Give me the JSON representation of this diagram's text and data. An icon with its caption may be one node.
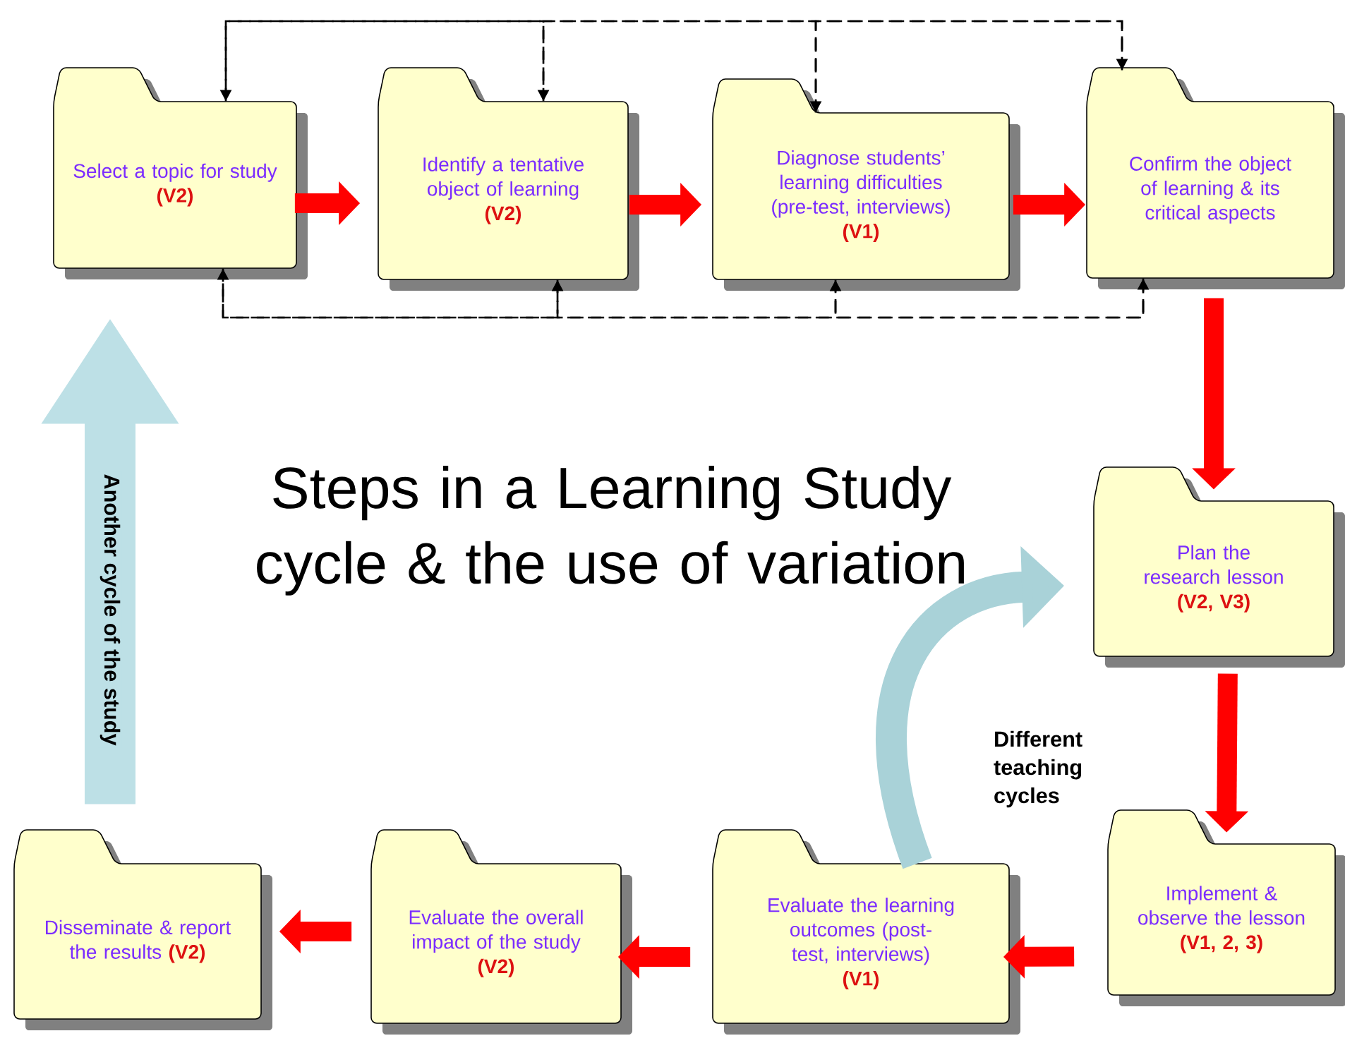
{
  "diagram": {
    "title": "Steps in a Learning Study cycle & the use of variation",
    "nodes": [
      {
        "text": [
          "Select a topic for study",
          "(V2)"
        ]
      },
      {
        "text": [
          "Identify a tentative object of learning",
          "(V2)"
        ]
      },
      {
        "text": [
          "Diagnose students’ learning difficulties (pre-test, interviews)",
          "(V1)"
        ]
      },
      {
        "text": [
          "Confirm the object of learning & its critical aspects"
        ]
      },
      {
        "text": [
          "Plan the research lesson",
          "(V2, V3)"
        ]
      },
      {
        "text": [
          "Implement & observe the lesson",
          "(V1, 2, 3)"
        ]
      },
      {
        "text": [
          "Evaluate the learning outcomes (post-test, interviews)",
          "(V1)"
        ]
      },
      {
        "text": [
          "Evaluate the overall impact of the study",
          "(V2)"
        ]
      },
      {
        "text": [
          "Disseminate & report the results",
          "(V2)"
        ]
      }
    ],
    "edges": [
      {
        "from": 0,
        "to": 1,
        "arrow": "to"
      },
      {
        "from": 1,
        "to": 2,
        "arrow": "to"
      },
      {
        "from": 2,
        "to": 3,
        "arrow": "to"
      },
      {
        "from": 3,
        "to": 4,
        "arrow": "to"
      },
      {
        "from": 4,
        "to": 5,
        "arrow": "to"
      },
      {
        "from": 5,
        "to": 6,
        "arrow": "to"
      },
      {
        "from": 6,
        "to": 7,
        "arrow": "to"
      },
      {
        "from": 7,
        "to": 8,
        "arrow": "to"
      },
      {
        "from": 0,
        "to": 3,
        "arrow": "to",
        "style": "dashed",
        "color": "#000000"
      },
      {
        "from": 1,
        "to": 0,
        "arrow": "to",
        "style": "dashed",
        "color": "#000000"
      },
      {
        "from": 2,
        "to": 1,
        "arrow": "to",
        "style": "dashed",
        "color": "#000000"
      },
      {
        "from": 3,
        "to": 2,
        "arrow": "to",
        "style": "dashed",
        "color": "#000000"
      },
      {
        "from": 0,
        "to": 3,
        "arrow": "to",
        "style": "dashed",
        "color": "#000000"
      },
      {
        "from": 1,
        "to": 0,
        "arrow": "to",
        "style": "dashed",
        "color": "#000000"
      },
      {
        "from": 2,
        "to": 1,
        "arrow": "to",
        "style": "dashed",
        "color": "#000000"
      },
      {
        "from": 3,
        "to": 2,
        "arrow": "to",
        "style": "dashed",
        "color": "#000000"
      },
      {
        "from": 8,
        "to": 0,
        "arrow": "to",
        "label": "Another cycle of the study",
        "style": "thick",
        "color": "#bde0e6"
      },
      {
        "from": 6,
        "to": 4,
        "arrow": "to",
        "label": "Different teaching cycles",
        "color": "#a9d2d8"
      }
    ]
  }
}
